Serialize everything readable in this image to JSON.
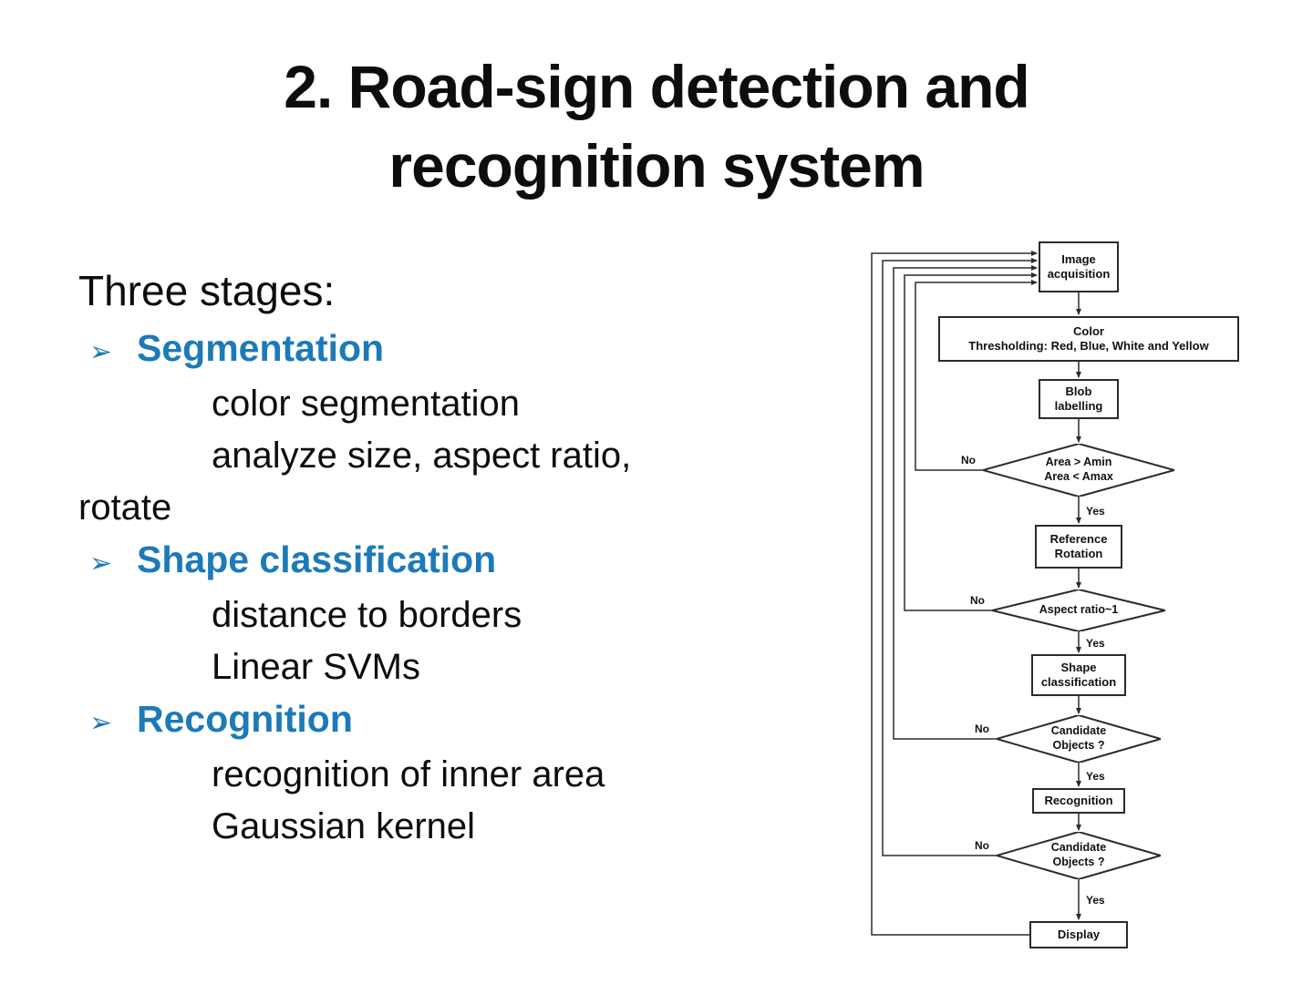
{
  "slide": {
    "title_line1": "2. Road-sign detection and",
    "title_line2": "recognition system"
  },
  "content": {
    "heading": "Three stages:",
    "bullet_char": "➢",
    "stages": [
      {
        "title": "Segmentation",
        "details": [
          "color segmentation",
          "analyze size, aspect ratio,"
        ]
      },
      {
        "title": "Shape classification",
        "details": [
          "distance to borders",
          "Linear SVMs"
        ]
      },
      {
        "title": "Recognition",
        "details": [
          "recognition of inner area",
          "Gaussian kernel"
        ]
      }
    ],
    "overflow_line": "rotate"
  },
  "flowchart": {
    "image_acquisition": {
      "line1": "Image",
      "line2": "acquisition"
    },
    "color_thresholding": {
      "line1": "Color",
      "line2": "Thresholding: Red, Blue, White and Yellow"
    },
    "blob_labelling": {
      "line1": "Blob",
      "line2": "labelling"
    },
    "area_check": {
      "line1": "Area > Amin",
      "line2": "Area < Amax"
    },
    "reference_rotation": {
      "line1": "Reference",
      "line2": "Rotation"
    },
    "aspect_check": {
      "line1": "Aspect ratio~1"
    },
    "shape_classification": {
      "line1": "Shape",
      "line2": "classification"
    },
    "candidate_check_1": {
      "line1": "Candidate",
      "line2": "Objects ?"
    },
    "recognition": {
      "line1": "Recognition"
    },
    "candidate_check_2": {
      "line1": "Candidate",
      "line2": "Objects ?"
    },
    "display": {
      "line1": "Display"
    },
    "yes_label": "Yes",
    "no_label": "No"
  },
  "colors": {
    "accent_blue": "#1c7ab8",
    "text_black": "#0d0d0d"
  }
}
